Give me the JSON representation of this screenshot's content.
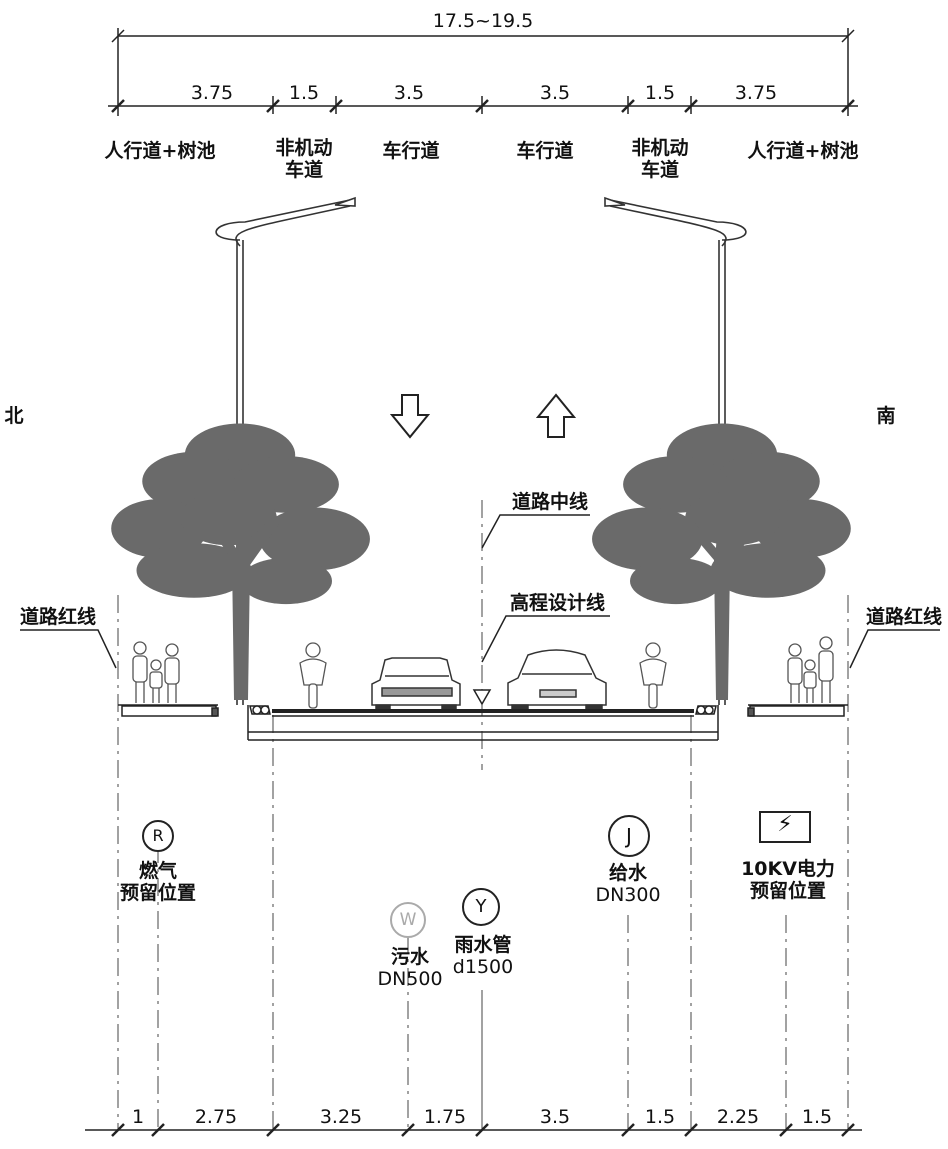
{
  "top_dims": {
    "total": "17.5~19.5",
    "segments": [
      "3.75",
      "1.5",
      "3.5",
      "3.5",
      "1.5",
      "3.75"
    ]
  },
  "lanes": {
    "left_sidewalk": "人行道+树池",
    "left_bike_1": "非机动",
    "left_bike_2": "车道",
    "left_carriage": "车行道",
    "right_carriage": "车行道",
    "right_bike_1": "非机动",
    "right_bike_2": "车道",
    "right_sidewalk": "人行道+树池"
  },
  "orientation": {
    "north": "北",
    "south": "南"
  },
  "labels": {
    "red_line_left": "道路红线",
    "red_line_right": "道路红线",
    "centerline": "道路中线",
    "elevation_line": "高程设计线"
  },
  "utilities": {
    "gas": {
      "symbol": "R",
      "line1": "燃气",
      "line2": "预留位置"
    },
    "sewage": {
      "symbol": "W",
      "line1": "污水",
      "line2": "DN500"
    },
    "storm": {
      "symbol": "Y",
      "line1": "雨水管",
      "line2": "d1500"
    },
    "water": {
      "symbol": "J",
      "line1": "给水",
      "line2": "DN300"
    },
    "power": {
      "symbol": "⚡",
      "line1": "10KV电力",
      "line2": "预留位置"
    }
  },
  "bottom_dims": [
    "1",
    "2.75",
    "3.25",
    "1.75",
    "3.5",
    "1.5",
    "2.25",
    "1.5"
  ],
  "colors": {
    "line": "#222222",
    "tree": "#6a6a6a",
    "faint": "#9a9a9a"
  }
}
